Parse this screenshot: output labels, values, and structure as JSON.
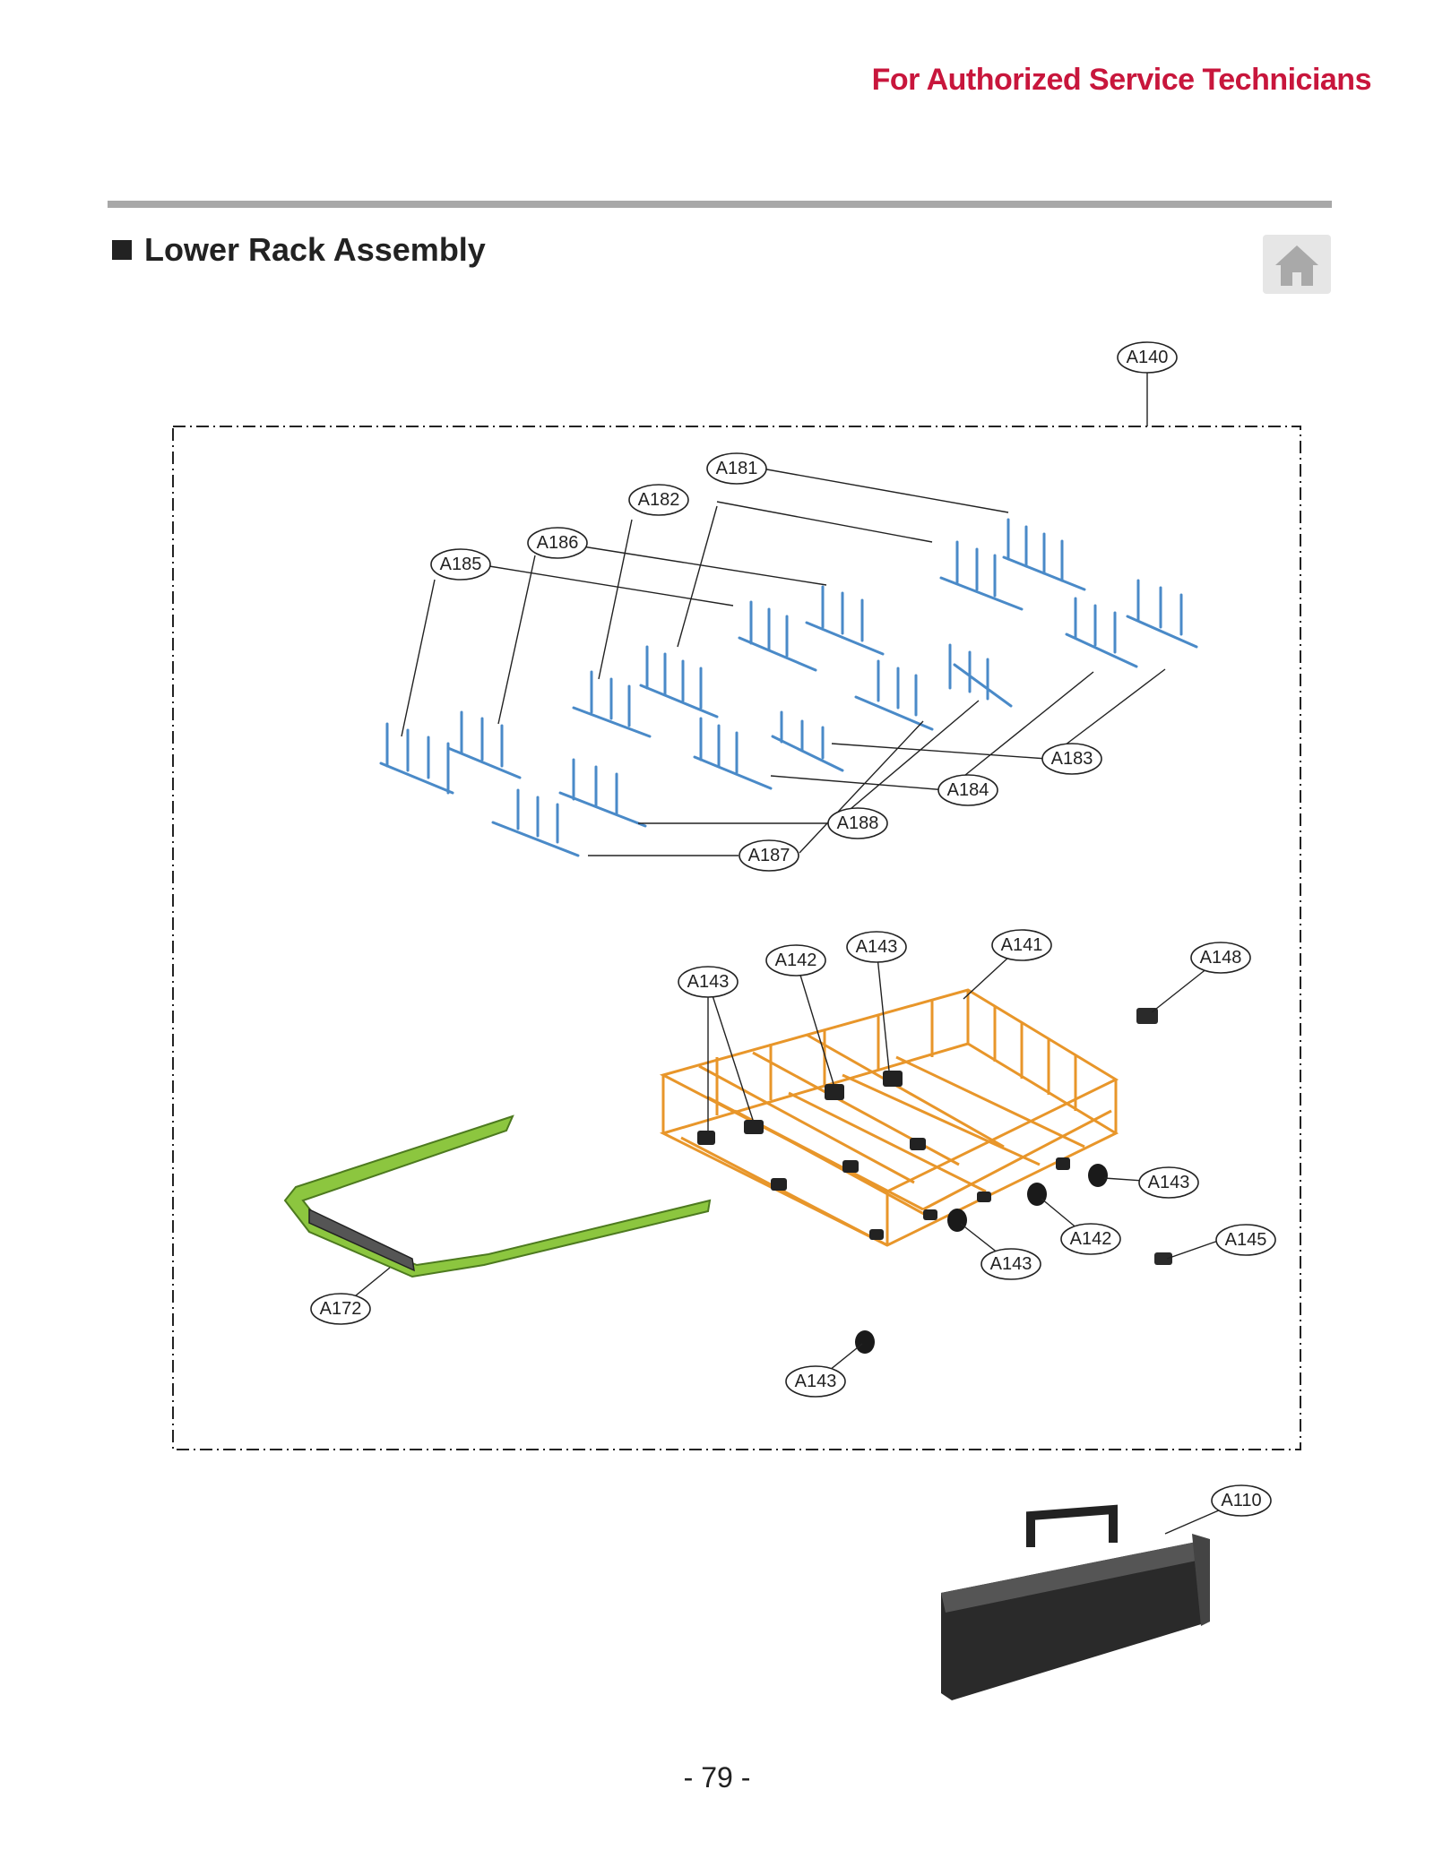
{
  "header": {
    "text": "For Authorized Service Technicians"
  },
  "section": {
    "title": "Lower Rack Assembly"
  },
  "nav": {
    "home_icon": "home-icon"
  },
  "footer": {
    "page_number": "- 79 -"
  },
  "colors": {
    "header": "#c8163c",
    "tines": "#4a8ac8",
    "rack": "#e8962a",
    "rail": "#8cc63f",
    "basket": "#222222"
  },
  "callouts": {
    "A140": "A140",
    "A181": "A181",
    "A182": "A182",
    "A186": "A186",
    "A185": "A185",
    "A183": "A183",
    "A184": "A184",
    "A188": "A188",
    "A187": "A187",
    "A143a": "A143",
    "A142a": "A142",
    "A143b": "A143",
    "A141": "A141",
    "A148": "A148",
    "A143c": "A143",
    "A142b": "A142",
    "A145": "A145",
    "A143d": "A143",
    "A172": "A172",
    "A143e": "A143",
    "A110": "A110"
  }
}
